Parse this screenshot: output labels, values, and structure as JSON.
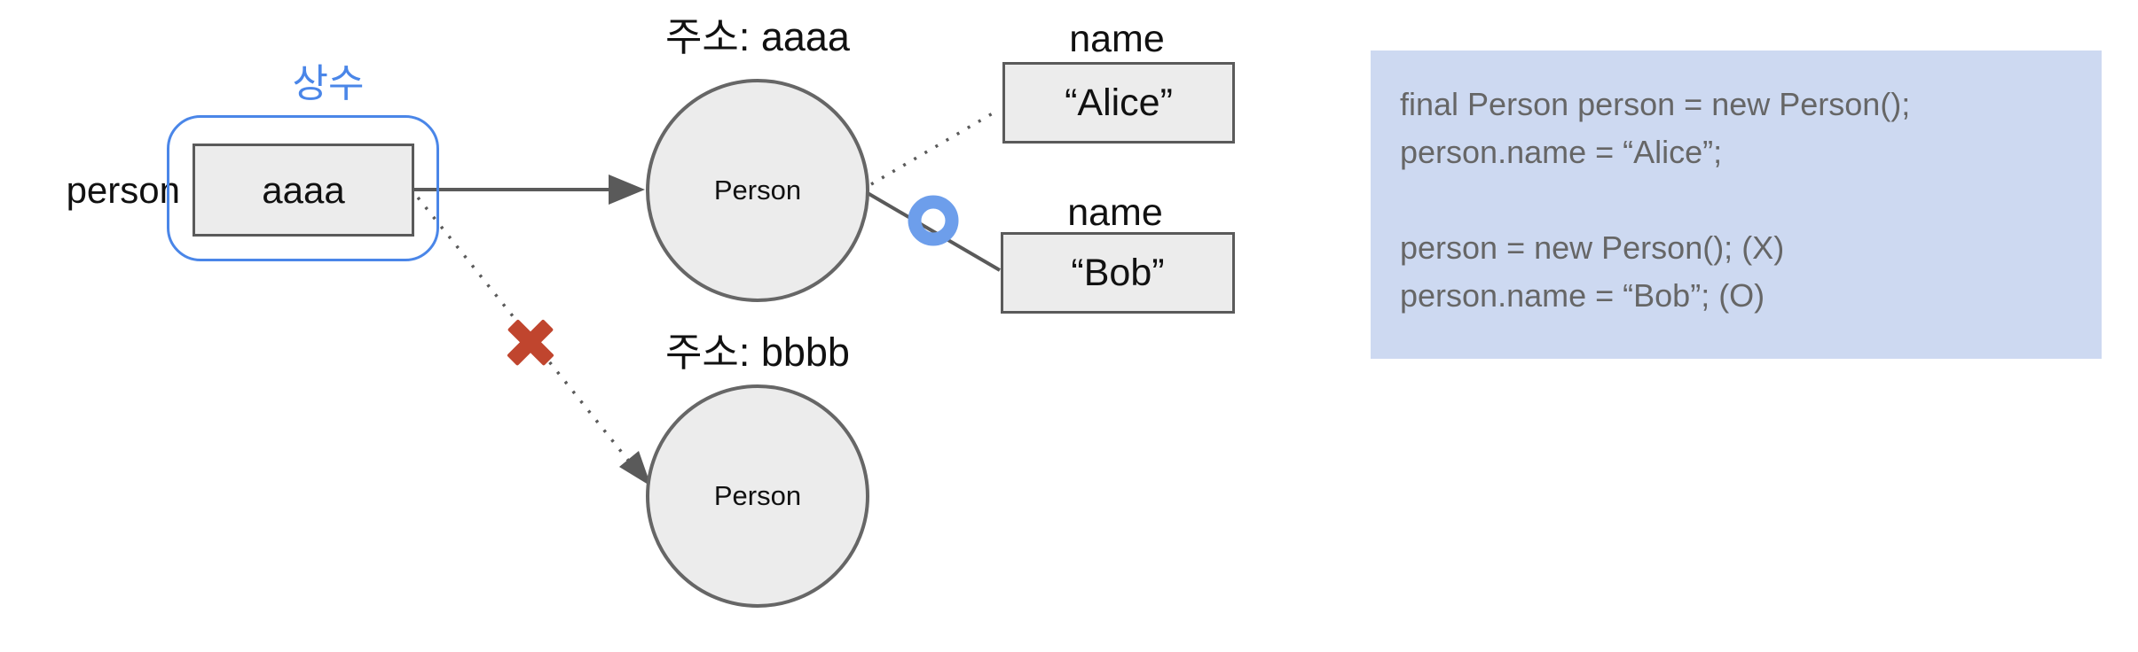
{
  "diagram": {
    "variable": {
      "label": "person",
      "constant_badge": "상수",
      "value": "aaaa"
    },
    "heap_object_a": {
      "address_label": "주소: aaaa",
      "class_name": "Person"
    },
    "heap_object_b": {
      "address_label": "주소: bbbb",
      "class_name": "Person"
    },
    "field_old": {
      "label": "name",
      "value": "“Alice”"
    },
    "field_new": {
      "label": "name",
      "value": "“Bob”"
    }
  },
  "code": {
    "line1": "final Person person = new Person();",
    "line2": "person.name = “Alice”;",
    "line3": "",
    "line4": "person = new Person(); (X)",
    "line5": "person.name = “Bob”; (O)"
  },
  "colors": {
    "accent_blue": "#4a86e8",
    "ring_blue": "#6d9eeb",
    "shape_fill": "#ececec",
    "shape_border": "#5a5a5a",
    "x_mark_red": "#c0452e",
    "code_background": "#cdd9f1",
    "code_text": "#666666"
  }
}
